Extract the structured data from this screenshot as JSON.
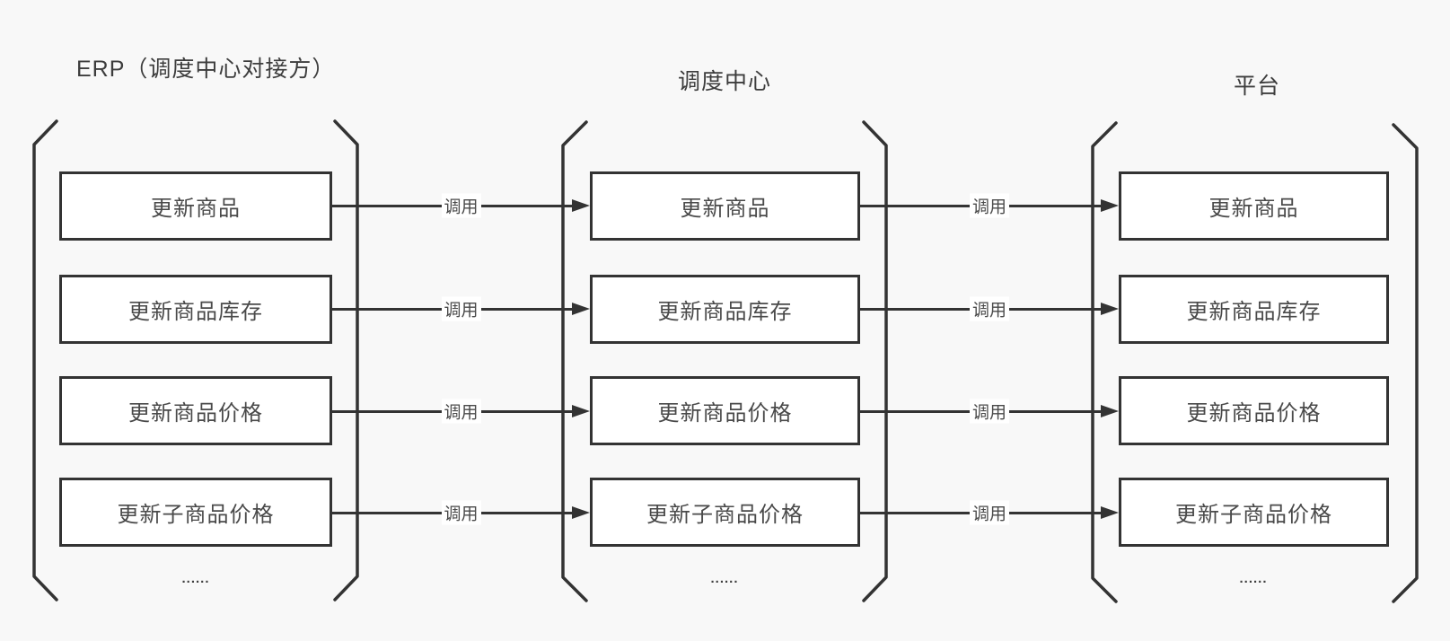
{
  "diagram": {
    "arrow_label": "调用",
    "columns": [
      {
        "title": "ERP（调度中心对接方）",
        "boxes": [
          "更新商品",
          "更新商品库存",
          "更新商品价格",
          "更新子商品价格"
        ],
        "ellipsis": "......"
      },
      {
        "title": "调度中心",
        "boxes": [
          "更新商品",
          "更新商品库存",
          "更新商品价格",
          "更新子商品价格"
        ],
        "ellipsis": "......"
      },
      {
        "title": "平台",
        "boxes": [
          "更新商品",
          "更新商品库存",
          "更新商品价格",
          "更新子商品价格"
        ],
        "ellipsis": "......"
      }
    ],
    "colors": {
      "background": "#f8f8f8",
      "line": "#333333",
      "box_fill": "#ffffff",
      "box_border": "#333333",
      "text": "#4a4a4a"
    }
  }
}
